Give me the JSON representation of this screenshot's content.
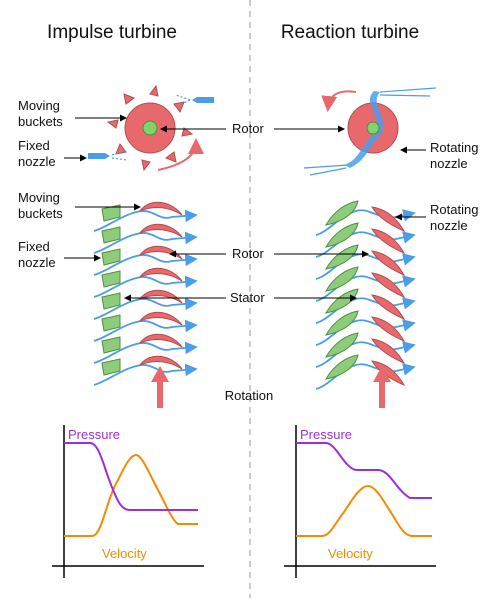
{
  "titles": {
    "impulse": "Impulse turbine",
    "reaction": "Reaction turbine"
  },
  "labels": {
    "moving_buckets_1": [
      "Moving",
      "buckets"
    ],
    "fixed_nozzle_1": [
      "Fixed",
      "nozzle"
    ],
    "rotor_top": "Rotor",
    "rotating_nozzle_1": [
      "Rotating",
      "nozzle"
    ],
    "moving_buckets_2": [
      "Moving",
      "buckets"
    ],
    "fixed_nozzle_2": [
      "Fixed",
      "nozzle"
    ],
    "rotor_mid": "Rotor",
    "rotating_nozzle_2": [
      "Rotating",
      "nozzle"
    ],
    "stator": "Stator",
    "rotation": "Rotation"
  },
  "graphs": {
    "impulse": {
      "pressure_label": "Pressure",
      "velocity_label": "Velocity"
    },
    "reaction": {
      "pressure_label": "Pressure",
      "velocity_label": "Velocity"
    }
  },
  "colors": {
    "rotor": "#e8696b",
    "rotor_stroke": "#b34c4f",
    "hub": "#7ed36a",
    "stator_fill": "#8ccc7a",
    "stator_stroke": "#4f8f3f",
    "flow": "#4a9de8",
    "pressure": "#9b30d9",
    "velocity": "#f28c00",
    "rotation_arrow": "#e8696b",
    "divider": "#bbbbbb"
  }
}
